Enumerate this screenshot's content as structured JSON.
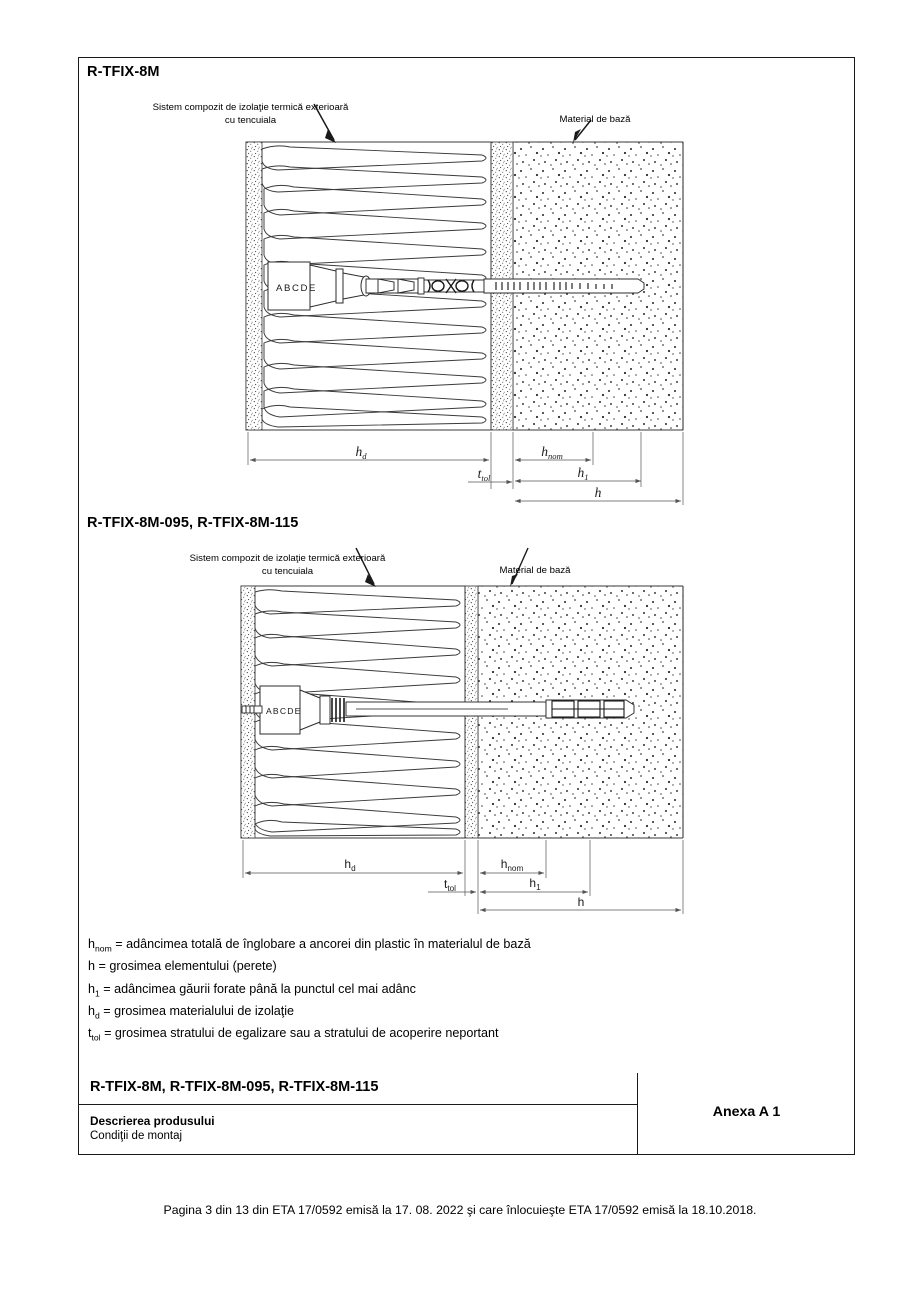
{
  "document": {
    "section_1_title": "R-TFIX-8M",
    "section_2_title": "R-TFIX-8M-095, R-TFIX-8M-115"
  },
  "callouts": {
    "etics_line1": "Sistem compozit de izolaţie termică exterioară",
    "etics_line2": "cu tencuiala",
    "base_material": "Material de bază"
  },
  "dimensions": {
    "hd": "h",
    "hd_sub": "d",
    "ttol": "t",
    "ttol_sub": "tol",
    "hnom": "h",
    "hnom_sub": "nom",
    "h1": "h",
    "h1_sub": "1",
    "h": "h"
  },
  "anchor": {
    "plate_marking": "ABCDE"
  },
  "legend": [
    {
      "symbol": "h",
      "symbol_sub": "nom",
      "definition": " = adâncimea totală de înglobare a ancorei din plastic în materialul de bază"
    },
    {
      "symbol": "h",
      "symbol_sub": "",
      "definition": " = grosimea elementului (perete)"
    },
    {
      "symbol": "h",
      "symbol_sub": "1",
      "definition": " = adâncimea găurii forate până la punctul cel mai adânc"
    },
    {
      "symbol": "h",
      "symbol_sub": "d",
      "definition": " = grosimea materialului de izolaţie"
    },
    {
      "symbol": "t",
      "symbol_sub": "tol",
      "definition": " = grosimea stratului de egalizare sau a stratului de acoperire neportant"
    }
  ],
  "title_block": {
    "product_codes": "R-TFIX-8M, R-TFIX-8M-095, R-TFIX-8M-115",
    "description": "Descrierea produsului",
    "subtitle": "Condiţii de montaj",
    "annex": "Anexa A 1"
  },
  "footer": {
    "text": "Pagina 3 din 13 din ETA 17/0592 emisă la 17. 08. 2022  şi care înlocuieşte ETA 17/0592 emisă la 18.10.2018."
  },
  "colors": {
    "frame": "#1a1a1a",
    "line": "#3a3a3a",
    "dim": "#555555",
    "hatch": "#707070"
  }
}
